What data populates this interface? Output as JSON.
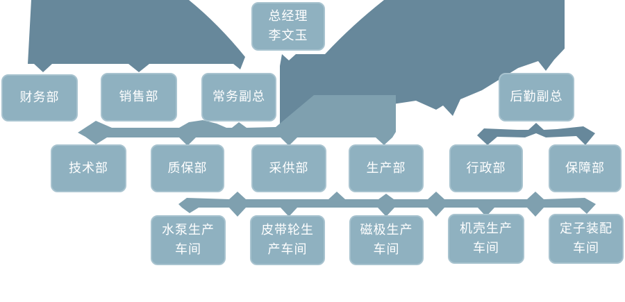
{
  "diagram": {
    "type": "org-chart",
    "colors": {
      "node_fill": "#8FB1C0",
      "node_border": "#A8C3CF",
      "connector_dark": "#67889B",
      "connector_light": "#7FA0AF",
      "text": "#FFFFFF",
      "background": "#FFFFFF"
    },
    "nodes": [
      {
        "id": "general-manager",
        "label": "总经理\n李文玉",
        "level": 1
      },
      {
        "id": "finance-dept",
        "label": "财务部",
        "level": 2
      },
      {
        "id": "sales-dept",
        "label": "销售部",
        "level": 2
      },
      {
        "id": "executive-deputy-gm",
        "label": "常务副总",
        "level": 2
      },
      {
        "id": "logistics-deputy-gm",
        "label": "后勤副总",
        "level": 2
      },
      {
        "id": "technology-dept",
        "label": "技术部",
        "level": 3
      },
      {
        "id": "quality-assurance-dept",
        "label": "质保部",
        "level": 3
      },
      {
        "id": "procurement-dept",
        "label": "采供部",
        "level": 3
      },
      {
        "id": "production-dept",
        "label": "生产部",
        "level": 3
      },
      {
        "id": "administration-dept",
        "label": "行政部",
        "level": 3
      },
      {
        "id": "support-dept",
        "label": "保障部",
        "level": 3
      },
      {
        "id": "water-pump-workshop",
        "label": "水泵生产\n车间",
        "level": 4
      },
      {
        "id": "belt-pulley-workshop",
        "label": "皮带轮生\n产车间",
        "level": 4
      },
      {
        "id": "magnetic-pole-workshop",
        "label": "磁极生产\n车间",
        "level": 4
      },
      {
        "id": "machine-casing-workshop",
        "label": "机壳生产\n车间",
        "level": 4
      },
      {
        "id": "stator-assembly-workshop",
        "label": "定子装配\n车间",
        "level": 4
      }
    ],
    "edges": [
      {
        "from": "general-manager",
        "to": [
          "finance-dept",
          "sales-dept",
          "executive-deputy-gm",
          "logistics-deputy-gm"
        ]
      },
      {
        "from": "executive-deputy-gm",
        "to": [
          "technology-dept",
          "quality-assurance-dept",
          "procurement-dept",
          "generation"
        ]
      },
      {
        "from": "logistics-deputy-gm",
        "to": [
          "administration-dept",
          "support-dept"
        ]
      },
      {
        "from": "production-dept",
        "to": [
          "water-pump-workshop",
          "belt-pulley-workshop",
          "magnetic-pole-workshop",
          "machine-casing-workshop",
          "stator-assembly-workshop"
        ]
      }
    ]
  }
}
